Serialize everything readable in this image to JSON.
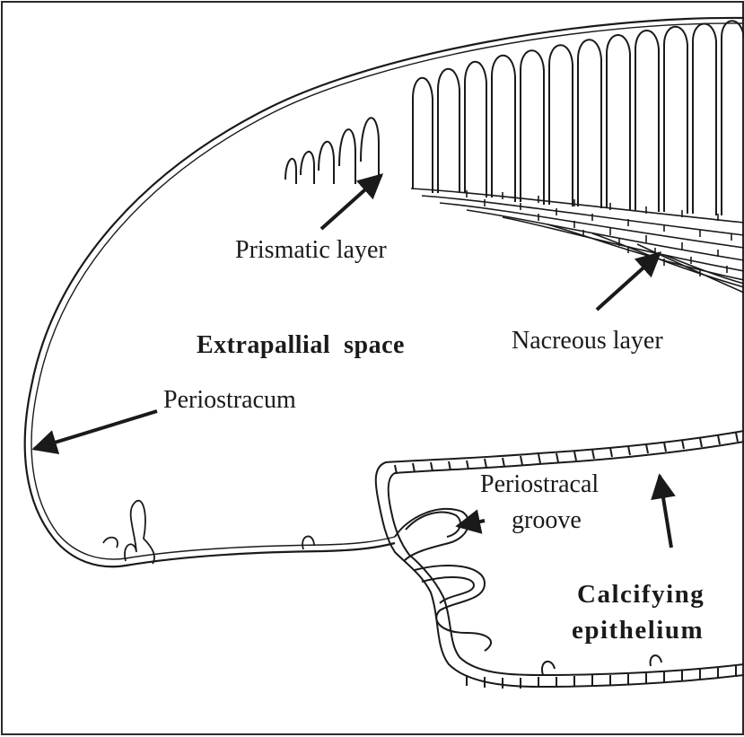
{
  "figure": {
    "labels": {
      "prismatic_layer": "Prismatic layer",
      "nacreous_layer": "Nacreous layer",
      "extrapallial_space": "Extrapallial  space",
      "periostracum": "Periostracum",
      "periostracal_groove_line1": "Periostracal",
      "periostracal_groove_line2": "groove",
      "calcifying_epithelium_line1": "Calcifying",
      "calcifying_epithelium_line2": "epithelium"
    },
    "colors": {
      "ink": "#1a1a1a",
      "background": "#ffffff",
      "border": "#2a2a2a"
    }
  }
}
